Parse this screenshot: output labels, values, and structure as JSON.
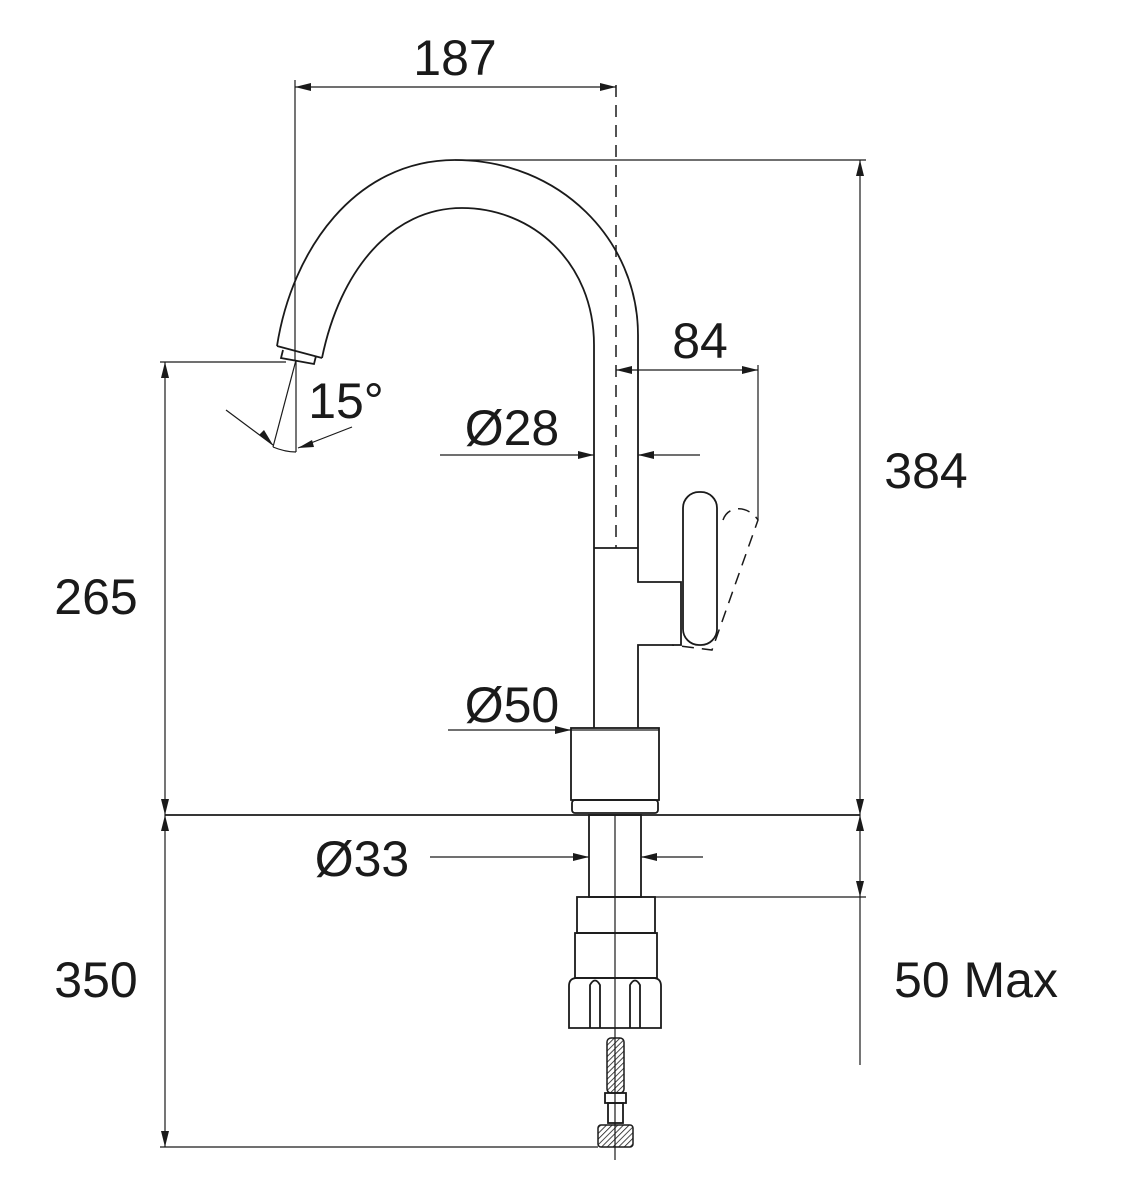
{
  "dimensions": {
    "spout_reach": "187",
    "handle_offset": "84",
    "spout_diameter": "Ø28",
    "spout_angle": "15°",
    "total_height": "384",
    "spout_height": "265",
    "base_diameter": "Ø50",
    "shank_diameter": "Ø33",
    "hose_length": "350",
    "max_counter_thickness": "50 Max"
  },
  "colors": {
    "line": "#1a1a1a",
    "background": "#ffffff"
  }
}
